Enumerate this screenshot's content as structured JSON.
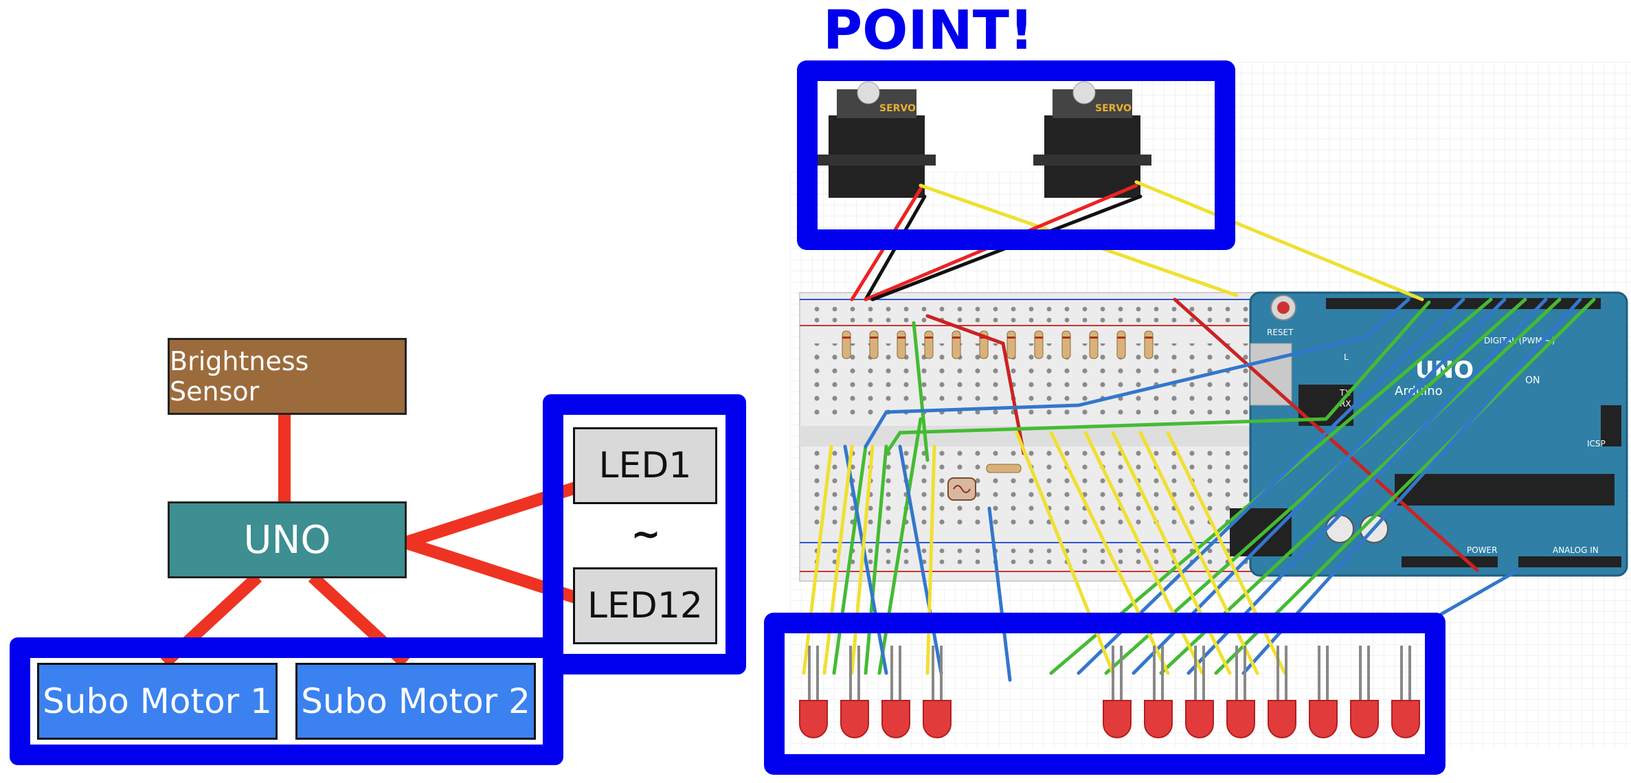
{
  "title": "POINT!",
  "colors": {
    "highlight_blue": "#0000ee",
    "sensor_brown": "#9c6b3c",
    "uno_teal": "#3d8f91",
    "motor_blue": "#3b82f0",
    "link_red": "#ee3322",
    "led_grey": "#d9d9d9",
    "board_teal": "#2f7fa6"
  },
  "block_diagram": {
    "sensor": "Brightness Sensor",
    "controller": "UNO",
    "led_first": "LED1",
    "led_range": "~",
    "led_last": "LED12",
    "motor_1": "Subo Motor 1",
    "motor_2": "Subo Motor 2"
  },
  "circuit": {
    "servo_label": "SERVO",
    "board_logo": "UNO",
    "board_brand": "Arduino",
    "reset_label": "RESET",
    "on_label": "ON",
    "icsp_label": "ICSP",
    "power_label": "POWER",
    "analog_label": "ANALOG IN",
    "digital_label": "DIGITAL (PWM ~)",
    "tx_label": "TX",
    "rx_label": "RX",
    "l_label": "L"
  }
}
